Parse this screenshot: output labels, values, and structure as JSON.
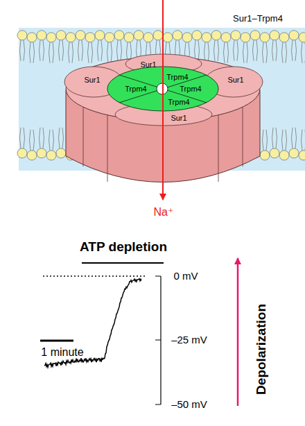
{
  "diagram": {
    "labels": [
      "Sur1–Trpm4",
      "Sur1",
      "Trpm4",
      "Sur1",
      "Trpm4",
      "Trpm4",
      "Sur1",
      "Trpm4",
      "Sur1",
      "Na⁺",
      "ATP depletion",
      "1 minute",
      "0 mV",
      "–25 mV",
      "–50 mV",
      "Depolarization"
    ]
  }
}
